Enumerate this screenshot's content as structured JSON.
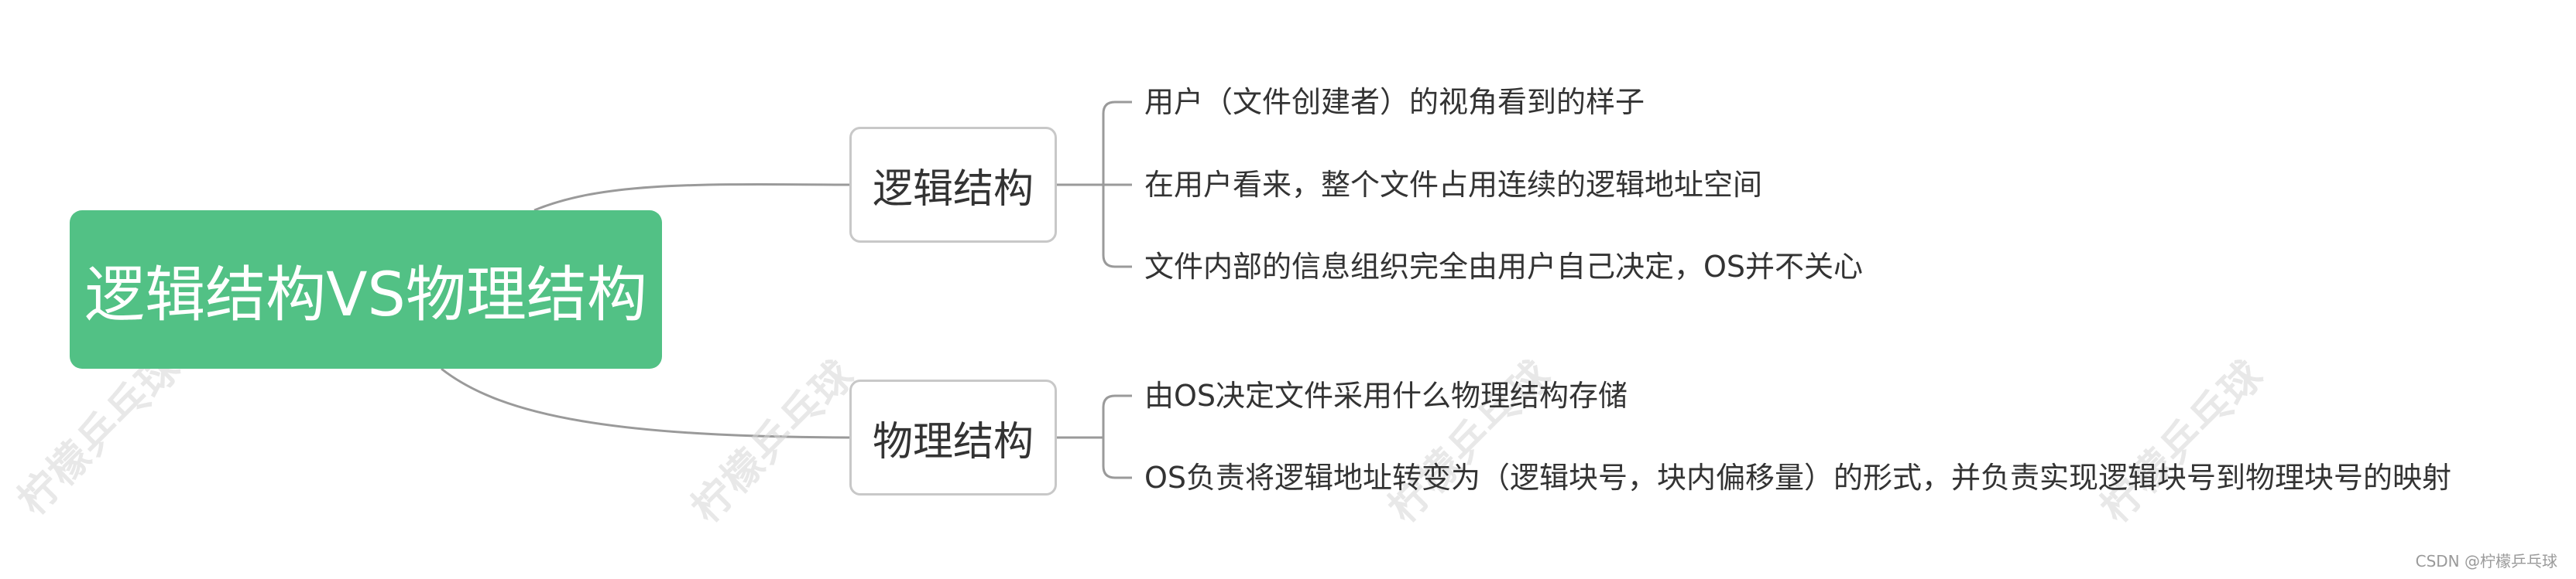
{
  "root": {
    "label": "逻辑结构VS物理结构"
  },
  "branches": [
    {
      "label": "逻辑结构",
      "leaves": [
        "用户（文件创建者）的视角看到的样子",
        "在用户看来，整个文件占用连续的逻辑地址空间",
        "文件内部的信息组织完全由用户自己决定，OS并不关心"
      ]
    },
    {
      "label": "物理结构",
      "leaves": [
        "由OS决定文件采用什么物理结构存储",
        "OS负责将逻辑地址转变为（逻辑块号，块内偏移量）的形式，并负责实现逻辑块号到物理块号的映射"
      ]
    }
  ],
  "watermark_text": "柠檬乒乓球",
  "credit": "CSDN @柠檬乒乓球",
  "colors": {
    "root_fill": "#52c185",
    "root_text": "#ffffff",
    "connector": "#9a9a9a",
    "branch_border": "#c8c8c8",
    "text": "#333333"
  }
}
